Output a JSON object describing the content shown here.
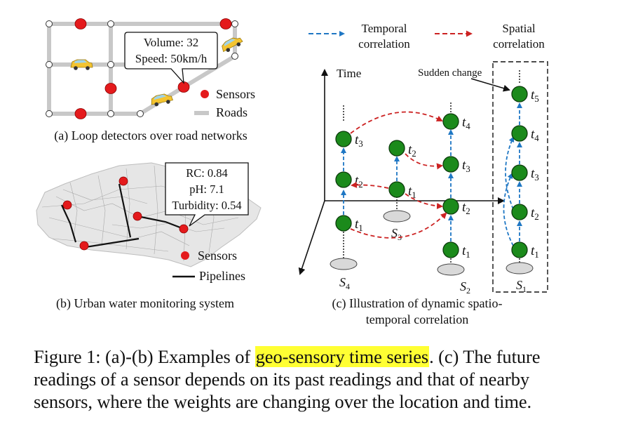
{
  "panel_a": {
    "callout": {
      "line1": "Volume: 32",
      "line2": "Speed: 50km/h"
    },
    "legend": {
      "sensors": "Sensors",
      "roads": "Roads"
    },
    "caption": "(a) Loop detectors over road networks"
  },
  "panel_b": {
    "callout": {
      "line1": "RC: 0.84",
      "line2": "pH: 7.1",
      "line3": "Turbidity: 0.54"
    },
    "legend": {
      "sensors": "Sensors",
      "pipelines": "Pipelines"
    },
    "caption": "(b) Urban water monitoring system"
  },
  "panel_c": {
    "legend": {
      "temporal_1": "Temporal",
      "temporal_2": "correlation",
      "spatial_1": "Spatial",
      "spatial_2": "correlation"
    },
    "axis_time": "Time",
    "annotation": "Sudden change",
    "node_letter": "t",
    "sensor_letter": "S",
    "caption_line1": "(c) Illustration of dynamic spatio-",
    "caption_line2": "temporal correlation",
    "s4_nodes": [
      "1",
      "2",
      "3"
    ],
    "s3_nodes": [
      "1",
      "2"
    ],
    "s2_nodes": [
      "1",
      "2",
      "3",
      "4"
    ],
    "s1_nodes": [
      "1",
      "2",
      "3",
      "4",
      "5"
    ],
    "s4_sub": "4",
    "s3_sub": "3",
    "s2_sub": "2",
    "s1_sub": "1"
  },
  "figure_caption": {
    "prefix": "Figure 1: (a)-(b) Examples of ",
    "highlight": "geo-sensory time series",
    "line1_rest": ". (c) The future",
    "line2": "readings of a sensor depends on its past readings and that of nearby",
    "line3": "sensors, where the weights are changing over the location and time."
  },
  "colors": {
    "sensor": "#e41a1c",
    "node": "#1b8a1b",
    "temporal": "#1f77c4",
    "spatial": "#cc2222",
    "road": "#c8c8c8",
    "highlight": "#ffff33"
  }
}
